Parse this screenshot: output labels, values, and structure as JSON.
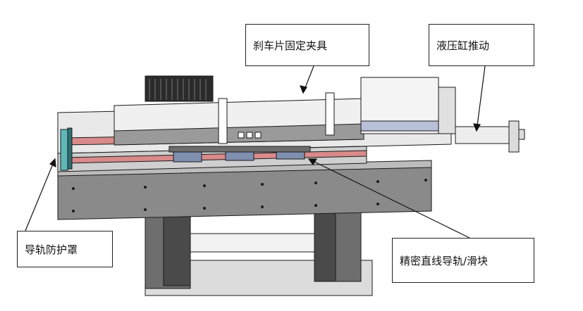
{
  "labels": {
    "brake_clamp": "刹车片固定夹具",
    "hydraulic_push": "液压缸推动",
    "rail_guard": "导轨防护罩",
    "linear_rail": "精密直线导轨/滑块"
  },
  "colors": {
    "outline": "#1a1a1a",
    "frame_gray": "#8c8c8c",
    "light_gray": "#e6e6e6",
    "rail_red": "#d98a8a",
    "slider_blue": "#7f8fb0",
    "guard_cyan": "#5fb8b8"
  }
}
